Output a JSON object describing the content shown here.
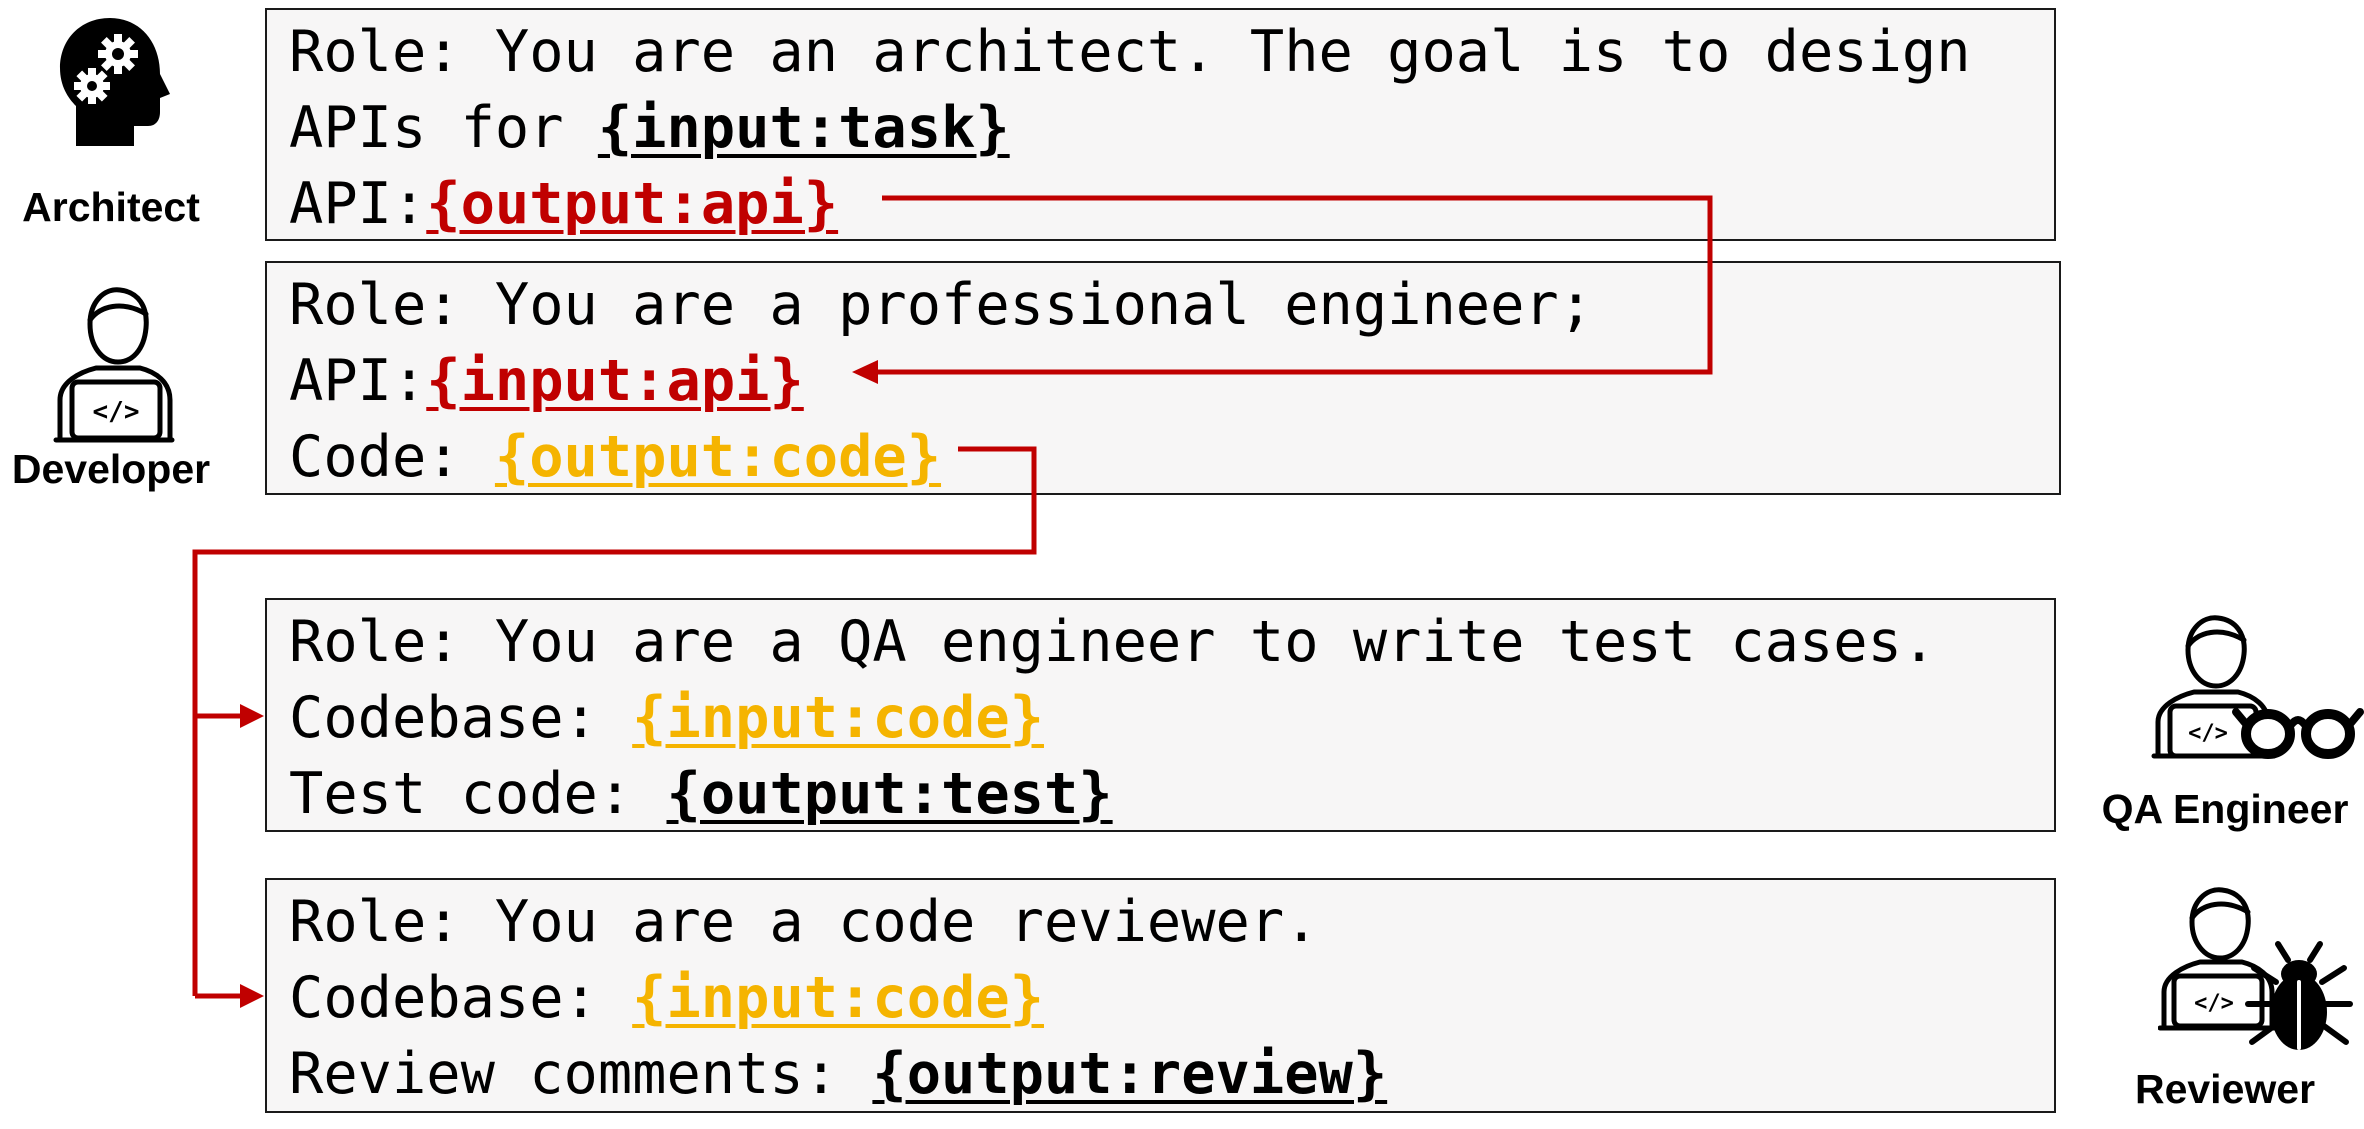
{
  "roles": {
    "architect": "Architect",
    "developer": "Developer",
    "qa": "QA Engineer",
    "reviewer": "Reviewer"
  },
  "icons": {
    "architect": "head-gears-icon",
    "developer": "person-laptop-icon",
    "qa": "person-laptop-glasses-icon",
    "reviewer": "person-laptop-bug-icon"
  },
  "boxes": {
    "architect": {
      "line1": "Role: You are an architect. The goal is to design",
      "line2_prefix": "APIs for ",
      "line2_ph": "{input:task}",
      "line3_prefix": "API:",
      "line3_ph": "{output:api}"
    },
    "developer": {
      "line1": "Role: You are a professional engineer;",
      "line2_prefix": "API:",
      "line2_ph": "{input:api}",
      "line3_prefix": "Code: ",
      "line3_ph": "{output:code}"
    },
    "qa": {
      "line1": "Role: You are a QA engineer to write test cases.",
      "line2_prefix": "Codebase: ",
      "line2_ph": "{input:code}",
      "line3_prefix": "Test code: ",
      "line3_ph": "{output:test}"
    },
    "reviewer": {
      "line1": "Role: You are a code reviewer.",
      "line2_prefix": "Codebase: ",
      "line2_ph": "{input:code}",
      "line3_prefix": "Review comments: ",
      "line3_ph": "{output:review}"
    }
  },
  "colors": {
    "api_flow": "#c00000",
    "code_flow": "#f5b400",
    "arrow": "#c00000"
  }
}
